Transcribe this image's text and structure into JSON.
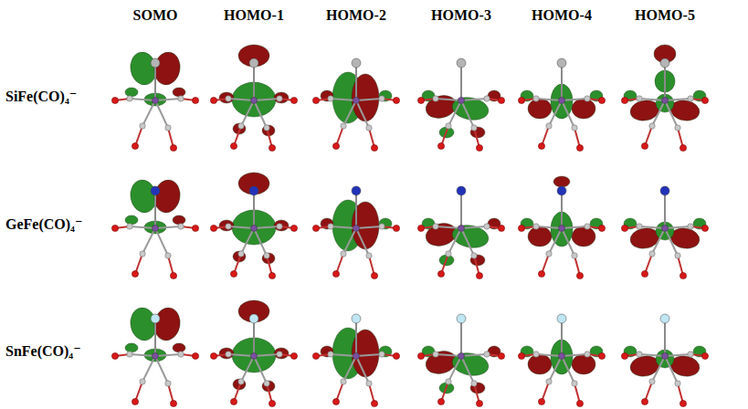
{
  "diagram": {
    "labels": [
      "SOMO",
      "HOMO-1",
      "HOMO-2",
      "HOMO-3",
      "HOMO-4",
      "HOMO-5",
      "SiFe(CO)₄⁻",
      "GeFe(CO)₄⁻",
      "SnFe(CO)₄⁻"
    ]
  }
}
